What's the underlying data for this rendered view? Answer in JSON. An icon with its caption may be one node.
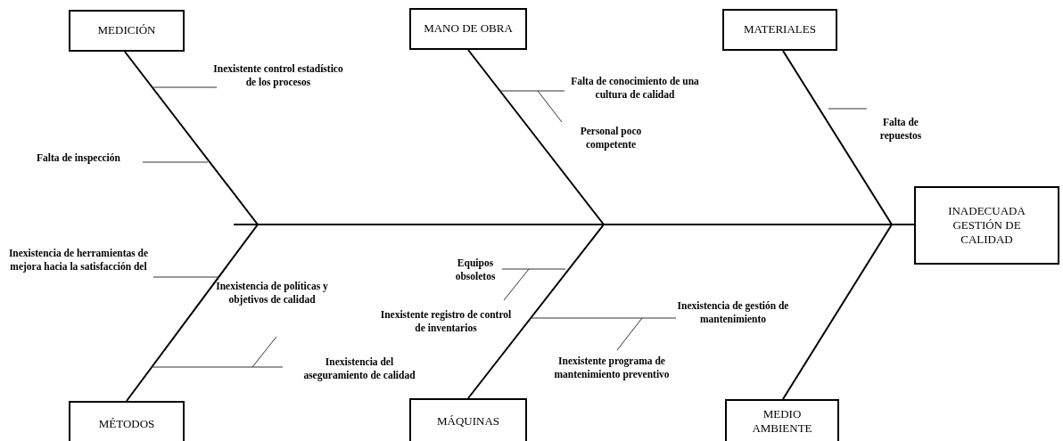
{
  "diagram": {
    "nodes": [
      {
        "text": [
          "MEDICIÓN"
        ]
      },
      {
        "text": [
          "MANO DE OBRA"
        ]
      },
      {
        "text": [
          "MATERIALES"
        ]
      },
      {
        "text": [
          "INADECUADA GESTIÓN DE CALIDAD"
        ]
      },
      {
        "text": [
          "MÉTODOS"
        ]
      },
      {
        "text": [
          "MÁQUINAS"
        ]
      },
      {
        "text": [
          "MEDIO AMBIENTE"
        ]
      }
    ],
    "edges": [
      {
        "from": 0,
        "to": 3,
        "arrow": "none"
      },
      {
        "from": 1,
        "to": 3,
        "arrow": "none"
      },
      {
        "from": 2,
        "to": 3,
        "arrow": "none"
      },
      {
        "from": 4,
        "to": 3,
        "arrow": "none"
      },
      {
        "from": 5,
        "to": 3,
        "arrow": "none"
      },
      {
        "from": 6,
        "to": 3,
        "arrow": "none"
      }
    ],
    "labels": [
      "Inexistente control estadístico de los procesos",
      "Falta de conocimiento de una cultura de calidad",
      "Falta de repuestos",
      "Personal poco competente",
      "Falta de inspección",
      "Inexistencia de herramientas de mejora hacia la satisfacción del",
      "Equipos obsoletos",
      "Inexistencia de políticas y objetivos de calidad",
      "Inexistencia de gestión de mantenimiento",
      "Inexistente registro de control de inventarios",
      "Inexistencia del aseguramiento de calidad",
      "Inexistente programa de mantenimiento preventivo"
    ]
  }
}
